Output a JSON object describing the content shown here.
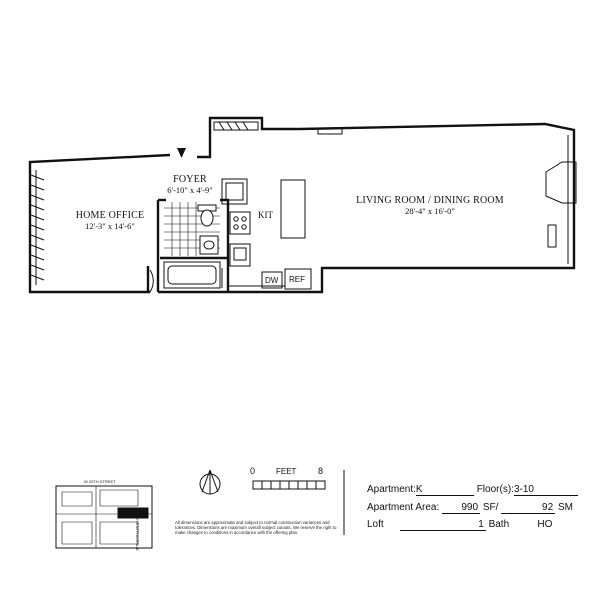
{
  "rooms": {
    "foyer": {
      "name": "FOYER",
      "dims": "6'-10\" x 4'-9\""
    },
    "home_office": {
      "name": "HOME OFFICE",
      "dims": "12'-3\" x 14'-6\""
    },
    "kitchen": {
      "name": "KIT"
    },
    "living_dining": {
      "name": "LIVING ROOM / DINING ROOM",
      "dims": "28'-4\" x 16'-0\""
    }
  },
  "appliances": {
    "dishwasher": "DW",
    "refrigerator": "REF"
  },
  "scale": {
    "start": "0",
    "unit": "FEET",
    "end": "8"
  },
  "key_plan": {
    "street": "W 20TH STREET",
    "avenue": "SEVENTH AVENUE"
  },
  "disclaimer": "All dimensions are approximate and subject to normal construction variances and tolerances. Dimensions are maximum overall subject cutouts. We reserve the right to make changes to conditions in accordance with the offering plan.",
  "info": {
    "apartment_label": "Apartment:",
    "apartment_value": "K",
    "floors_label": "Floor(s):",
    "floors_value": "3-10",
    "area_label": "Apartment Area:",
    "area_sf": "990",
    "sf_unit": "SF/",
    "area_sm": "92",
    "sm_unit": "SM",
    "type": "Loft",
    "baths": "1",
    "bath_label": "Bath",
    "extra": "HO"
  }
}
